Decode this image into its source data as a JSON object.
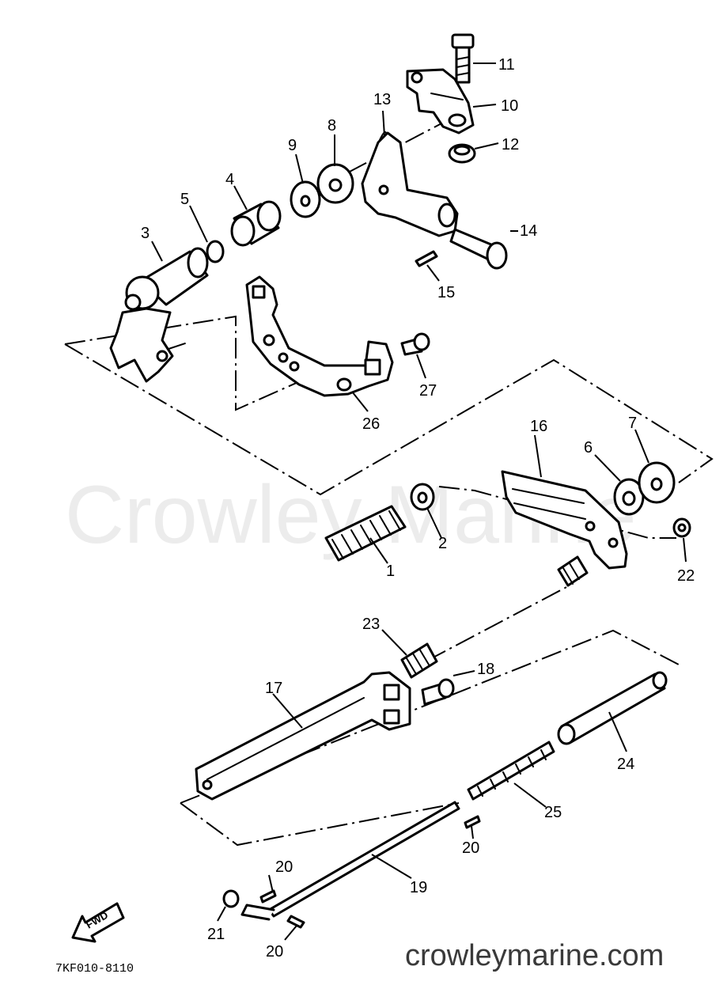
{
  "diagram": {
    "parts": [
      {
        "id": "1",
        "label": "1"
      },
      {
        "id": "2",
        "label": "2"
      },
      {
        "id": "3",
        "label": "3"
      },
      {
        "id": "4",
        "label": "4"
      },
      {
        "id": "5",
        "label": "5"
      },
      {
        "id": "6",
        "label": "6"
      },
      {
        "id": "7",
        "label": "7"
      },
      {
        "id": "8",
        "label": "8"
      },
      {
        "id": "9",
        "label": "9"
      },
      {
        "id": "10",
        "label": "10"
      },
      {
        "id": "11",
        "label": "11"
      },
      {
        "id": "12",
        "label": "12"
      },
      {
        "id": "13",
        "label": "13"
      },
      {
        "id": "14",
        "label": "14"
      },
      {
        "id": "15",
        "label": "15"
      },
      {
        "id": "16",
        "label": "16"
      },
      {
        "id": "17",
        "label": "17"
      },
      {
        "id": "18",
        "label": "18"
      },
      {
        "id": "19",
        "label": "19"
      },
      {
        "id": "20a",
        "label": "20"
      },
      {
        "id": "20b",
        "label": "20"
      },
      {
        "id": "20c",
        "label": "20"
      },
      {
        "id": "21",
        "label": "21"
      },
      {
        "id": "22",
        "label": "22"
      },
      {
        "id": "23",
        "label": "23"
      },
      {
        "id": "24",
        "label": "24"
      },
      {
        "id": "25",
        "label": "25"
      },
      {
        "id": "26",
        "label": "26"
      },
      {
        "id": "27",
        "label": "27"
      }
    ],
    "drawing_code": "7KF010-8110",
    "fwd_label": "FWD",
    "watermark_text": "Crowley Marine",
    "watermark_url": "crowleymarine.com",
    "line_color": "#000000",
    "background_color": "#ffffff"
  }
}
